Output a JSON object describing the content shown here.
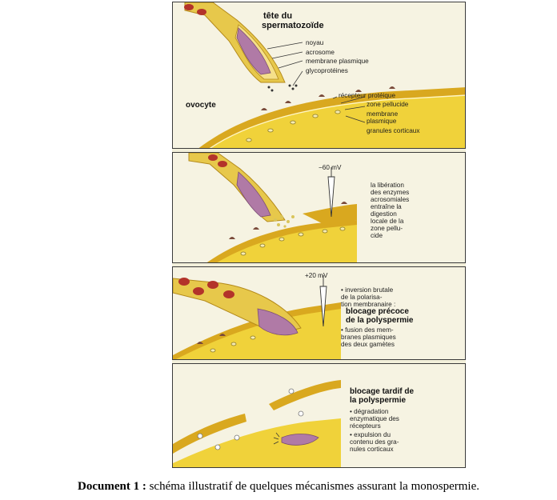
{
  "colors": {
    "cytoplasm": "#f0d23a",
    "zone_pellucide": "#d9a81f",
    "nucleus": "#b07aa6",
    "acrosome": "#e7c84b",
    "mitochondria": "#b3332a",
    "receptor": "#7a4a3a",
    "background": "#f6f3e2"
  },
  "panel1": {
    "title_line1": "tête du",
    "title_line2": "spermatozoïde",
    "noyau": "noyau",
    "acrosome": "acrosome",
    "membrane_plasmique": "membrane plasmique",
    "glycoproteines": "glycoprotéines",
    "recepteur": "récepteur protéique",
    "zone_pellucide": "zone pellucide",
    "membrane_line1": "membrane",
    "membrane_line2": "plasmique",
    "granules": "granules corticaux",
    "ovocyte": "ovocyte"
  },
  "panel2": {
    "voltage": "−60 mV",
    "text": "la libération\ndes enzymes\nacrosomiales\nentraîne la\ndigestion\nlocale de la\nzone pellu-\ncide"
  },
  "panel3": {
    "voltage": "+20 mV",
    "bullet1": "• inversion brutale\n  de la polarisa-\n  tion membranaire :",
    "heading": "blocage précoce\nde la polyspermie",
    "bullet2": "• fusion des mem-\n  branes plasmiques\n  des deux gamètes"
  },
  "panel4": {
    "heading": "blocage tardif de\nla polyspermie",
    "bullet1": "• dégradation\n  enzymatique des\n  récepteurs",
    "bullet2": "• expulsion du\n  contenu des gra-\n  nules corticaux"
  },
  "caption": {
    "label": "Document 1 :",
    "text": " schéma illustratif de quelques mécanismes assurant la monospermie."
  }
}
